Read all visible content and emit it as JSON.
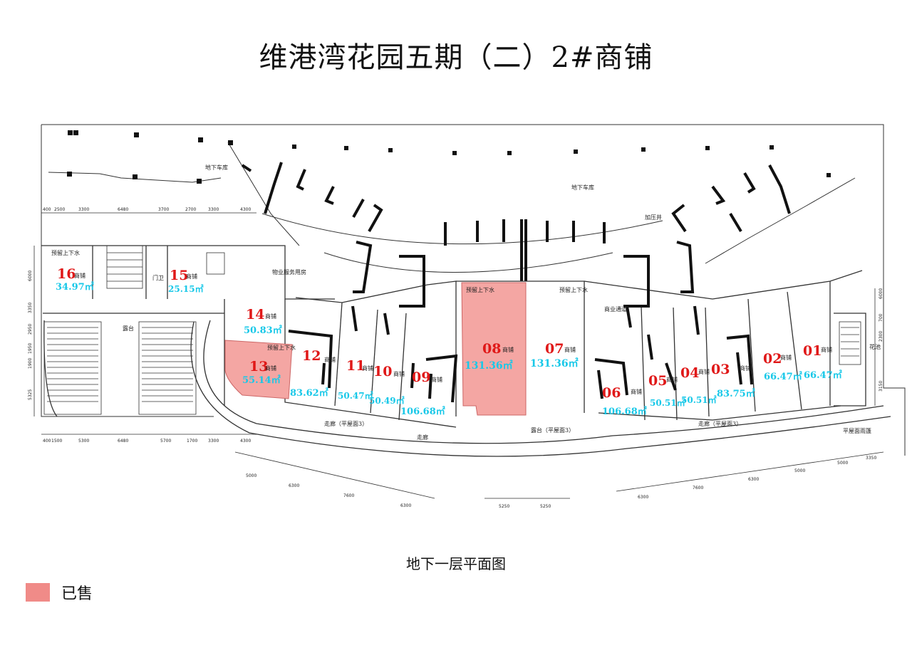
{
  "title": "维港湾花园五期（二）2#商铺",
  "subtitle": "地下一层平面图",
  "legend": {
    "sold_label": "已售",
    "sold_color": "#f08b88"
  },
  "labels": {
    "shop": "商铺",
    "parking_top": "地下车库",
    "parking_mid": "地下车库",
    "property_room": "物业服务用房",
    "terrace_left": "露台",
    "terrace_mid": "露台（平屋面3）",
    "corridor_left": "走廊（平屋面3）",
    "corridor_right": "走廊（平屋面3）",
    "corridor_left2": "走廊",
    "flower_bed": "花池",
    "flat_roof_canopy": "平屋面雨篷",
    "guard": "门卫",
    "reserved_water": "预留上下水",
    "shop_corridor": "商业通道",
    "pressure_well": "加压井"
  },
  "shops": [
    {
      "no": "01",
      "area": "66.47㎡",
      "sold": false
    },
    {
      "no": "02",
      "area": "66.47㎡",
      "sold": false
    },
    {
      "no": "03",
      "area": "83.75㎡",
      "sold": false
    },
    {
      "no": "04",
      "area": "50.51㎡",
      "sold": false
    },
    {
      "no": "05",
      "area": "50.51㎡",
      "sold": false
    },
    {
      "no": "06",
      "area": "106.68㎡",
      "sold": false
    },
    {
      "no": "07",
      "area": "131.36㎡",
      "sold": false
    },
    {
      "no": "08",
      "area": "131.36㎡",
      "sold": true
    },
    {
      "no": "09",
      "area": "106.68㎡",
      "sold": false
    },
    {
      "no": "10",
      "area": "50.49㎡",
      "sold": false
    },
    {
      "no": "11",
      "area": "50.47㎡",
      "sold": false
    },
    {
      "no": "12",
      "area": "83.62㎡",
      "sold": false
    },
    {
      "no": "13",
      "area": "55.14㎡",
      "sold": true
    },
    {
      "no": "14",
      "area": "50.83㎡",
      "sold": false
    },
    {
      "no": "15",
      "area": "25.15㎡",
      "sold": false
    },
    {
      "no": "16",
      "area": "34.97㎡",
      "sold": false
    }
  ],
  "dimensions": {
    "top": [
      "400",
      "2500",
      "3300",
      "6480",
      "3700",
      "2700",
      "3300",
      "4300"
    ],
    "bottom": [
      "400",
      "1500",
      "5300",
      "6480",
      "5700",
      "1700",
      "3300",
      "4300"
    ],
    "left": [
      "6000",
      "3350",
      "2950",
      "1950",
      "1900",
      "5325"
    ],
    "lower_left": [
      "5000",
      "6300",
      "7600",
      "6300"
    ],
    "lower_mid": [
      "5250",
      "5250"
    ],
    "lower_right": [
      "6300",
      "7600",
      "6300",
      "5000",
      "5000",
      "3350"
    ],
    "right": [
      "6000",
      "700",
      "2300",
      "3150"
    ]
  }
}
